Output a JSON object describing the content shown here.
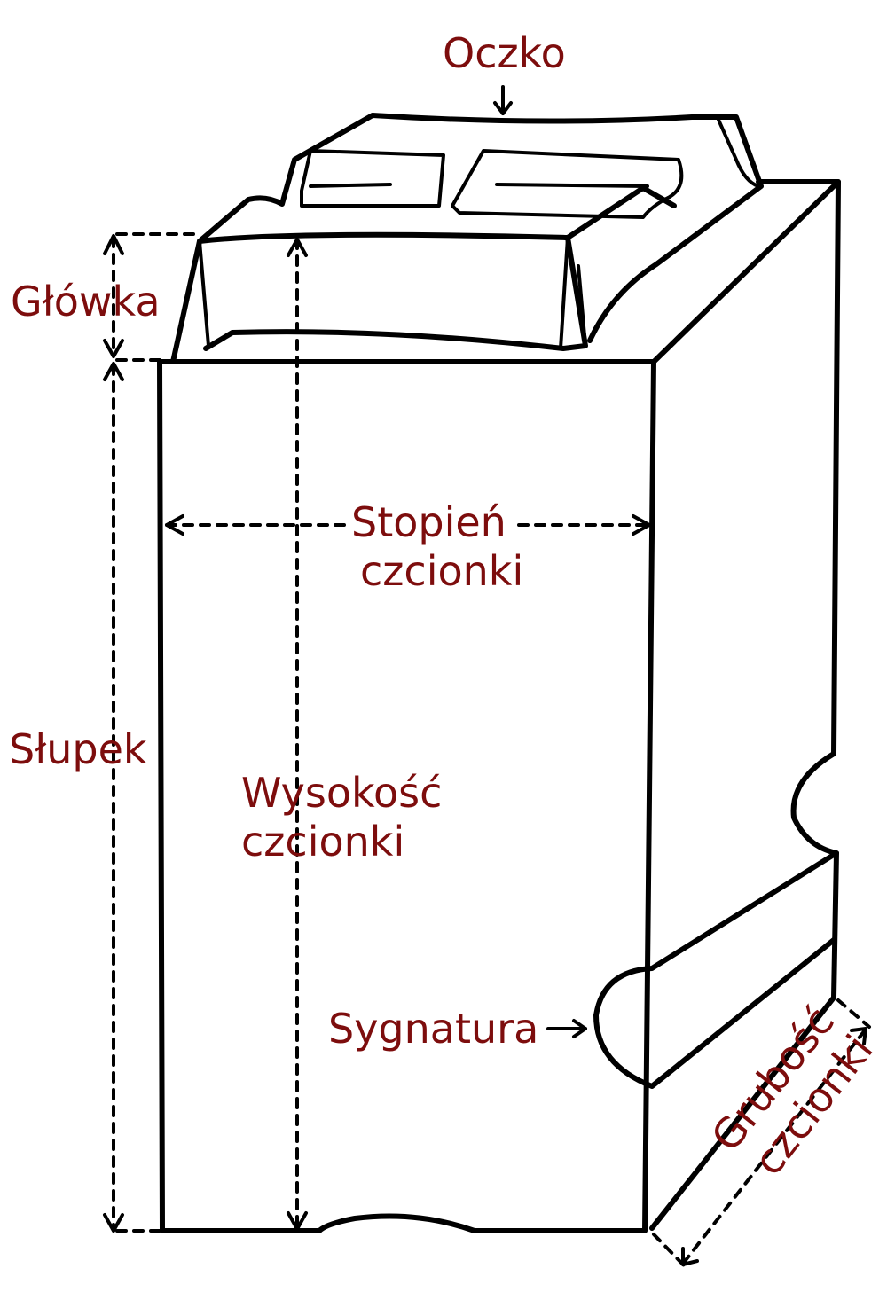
{
  "labels": {
    "oczko": "Oczko",
    "glowka": "Główka",
    "stopien_line1": "Stopień",
    "stopien_line2": "czcionki",
    "stupek": "Słupek",
    "wysokosc_line1": "Wysokość",
    "wysokosc_line2": "czcionki",
    "sygnatura": "Sygnatura",
    "grubosc_line1": "Grubość",
    "grubosc_line2": "czcionki"
  },
  "colors": {
    "label": "#7d0d0d",
    "lines": "#000000",
    "background": "#ffffff"
  }
}
